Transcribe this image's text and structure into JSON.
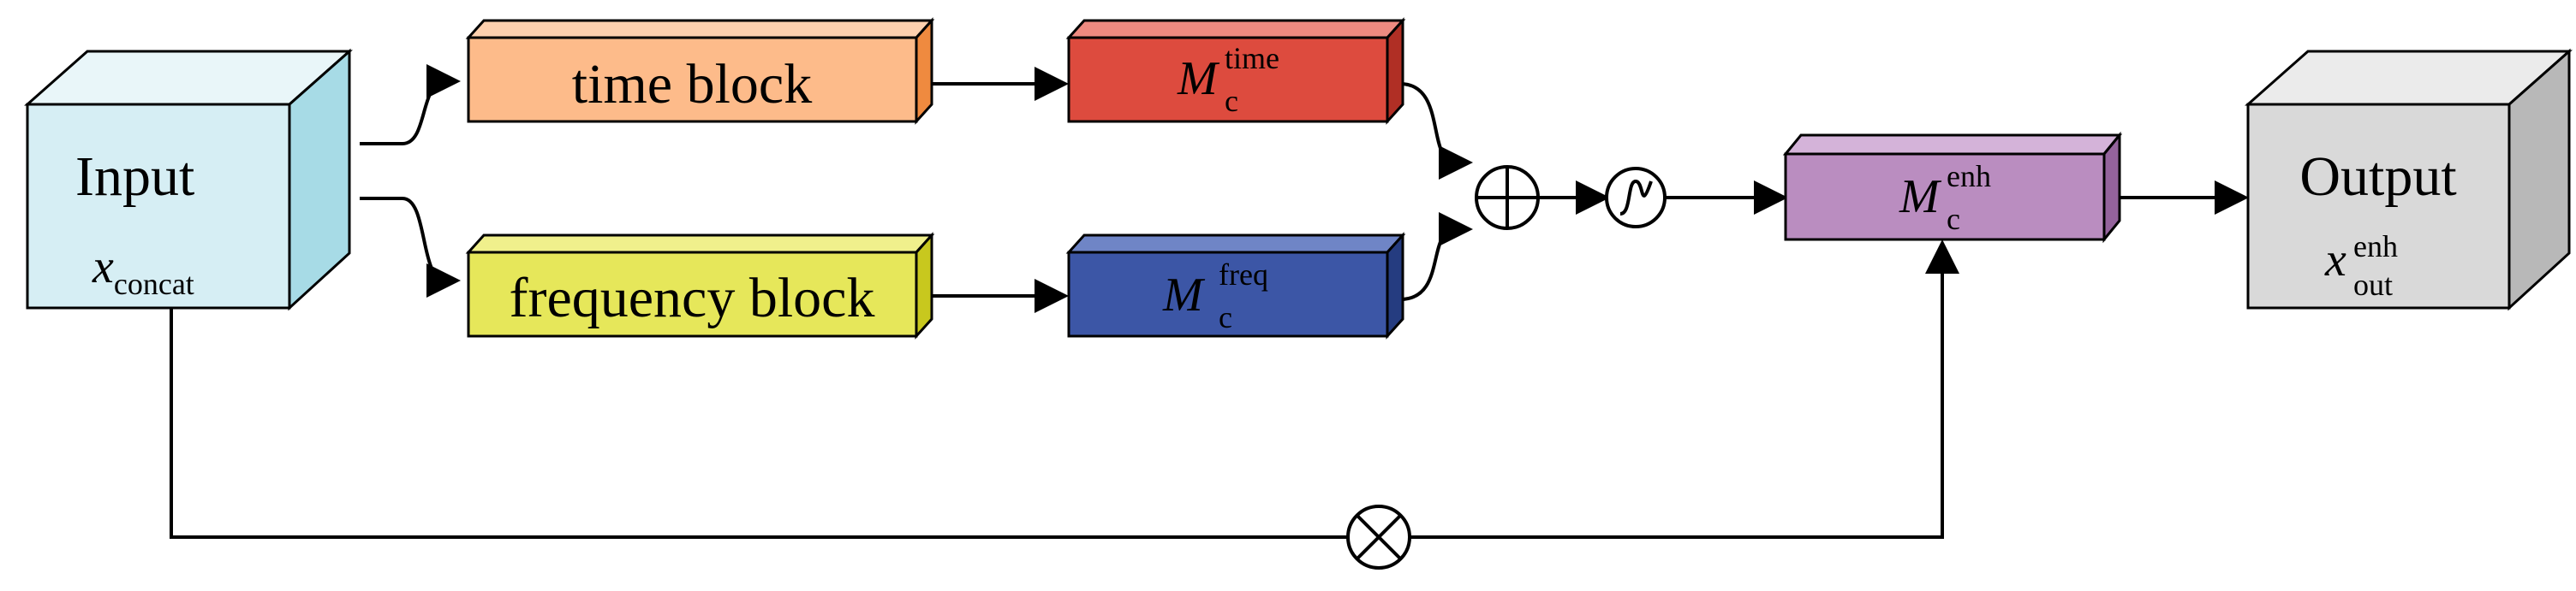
{
  "input": {
    "title": "Input",
    "symbol": "x",
    "subscript": "concat"
  },
  "time_block": {
    "label": "time block"
  },
  "freq_block": {
    "label": "frequency block"
  },
  "m_time": {
    "symbol": "M",
    "subscript": "c",
    "superscript": "time"
  },
  "m_freq": {
    "symbol": "M",
    "subscript": "c",
    "superscript": "freq"
  },
  "m_enh": {
    "symbol": "M",
    "subscript": "c",
    "superscript": "enh"
  },
  "output": {
    "title": "Output",
    "symbol": "x",
    "subscript": "out",
    "superscript": "enh"
  },
  "colors": {
    "input_front": "#d6eef4",
    "input_top": "#e9f6f9",
    "input_side": "#a7dbe6",
    "time_front": "#fdbb8a",
    "time_top": "#fdd0ae",
    "time_side": "#ef8a3f",
    "freq_front": "#e6e75a",
    "freq_top": "#f0f08c",
    "freq_side": "#c8c81e",
    "mtime_front": "#dd4b3e",
    "mtime_top": "#ee8a80",
    "mtime_side": "#b02f25",
    "mfreq_front": "#3c56a6",
    "mfreq_top": "#6f85c6",
    "mfreq_side": "#253c80",
    "menh_front": "#ba8dc0",
    "menh_top": "#d4b3d9",
    "menh_side": "#94639c",
    "output_front": "#d9d9d9",
    "output_top": "#ebebeb",
    "output_side": "#b8b8b8"
  }
}
